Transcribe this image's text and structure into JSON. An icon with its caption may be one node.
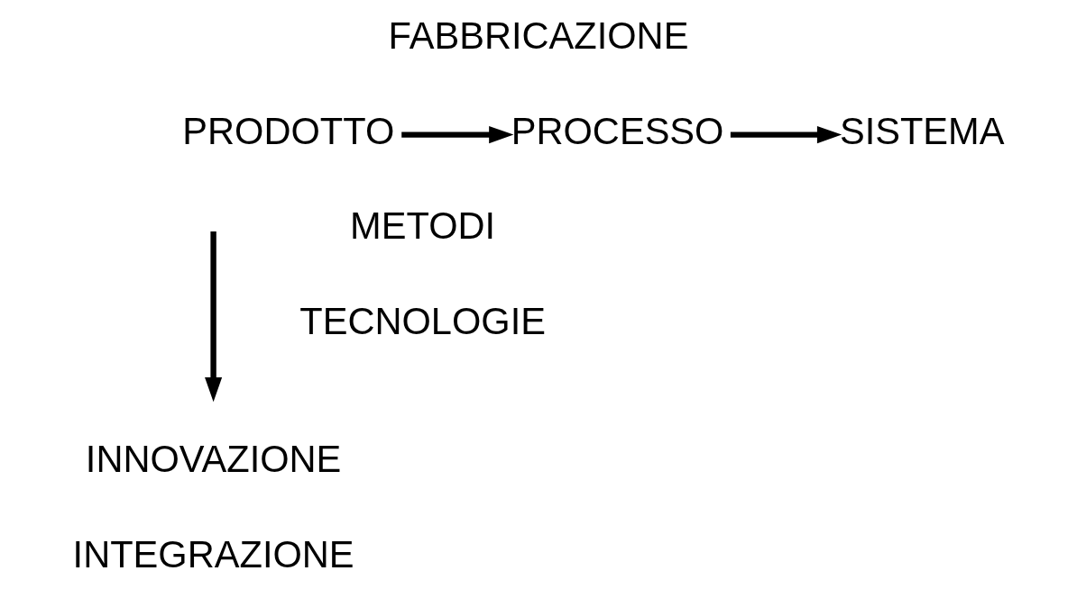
{
  "diagram": {
    "title": "FABBRICAZIONE",
    "nodes": [
      {
        "text": [
          "PRODOTTO"
        ]
      },
      {
        "text": [
          "PROCESSO"
        ]
      },
      {
        "text": [
          "SISTEMA"
        ]
      }
    ],
    "edges": [
      {
        "from": 0,
        "to": 1,
        "arrow": "to"
      },
      {
        "from": 1,
        "to": 2,
        "arrow": "to"
      }
    ],
    "labels": [
      "METODI",
      "TECNOLOGIE",
      "INNOVAZIONE",
      "INTEGRAZIONE"
    ]
  }
}
